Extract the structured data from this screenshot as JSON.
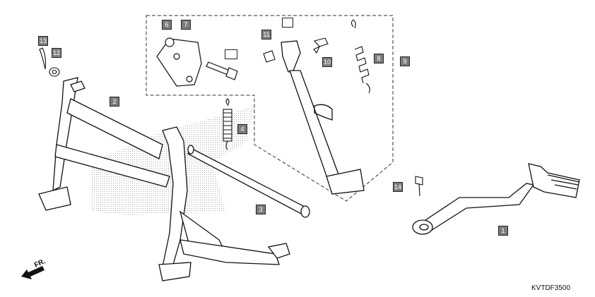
{
  "diagram": {
    "callouts": [
      "1",
      "2",
      "3",
      "4",
      "6",
      "7",
      "8",
      "9",
      "10",
      "11",
      "12",
      "13",
      "14"
    ],
    "direction_label": "FR.",
    "diagram_code": "KVTDF3500"
  }
}
